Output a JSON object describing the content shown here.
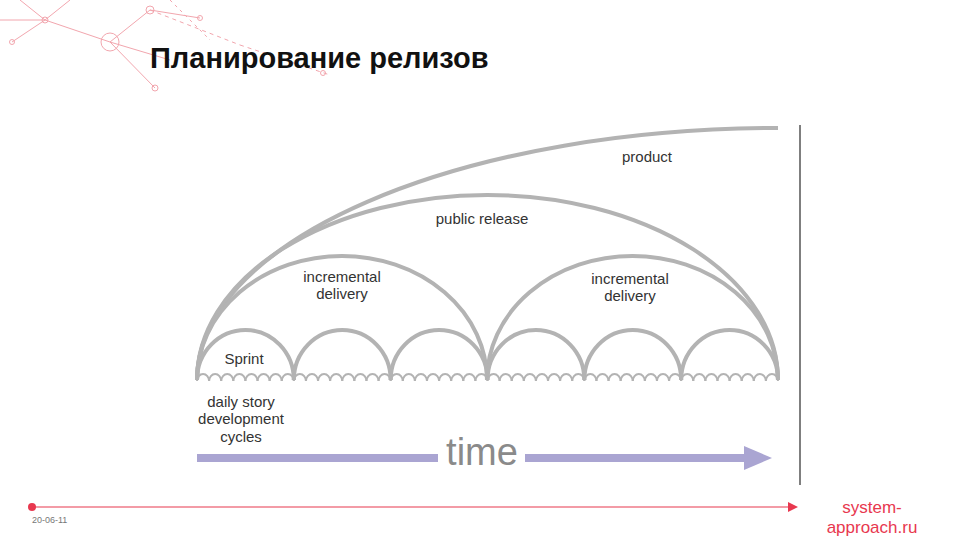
{
  "diagram": {
    "title": "Планирование релизов",
    "labels": [
      "product",
      "public release",
      "incremental delivery",
      "incremental delivery",
      "Sprint",
      "daily story development cycles",
      "time",
      "system-approach.ru",
      "20-06-11"
    ]
  }
}
